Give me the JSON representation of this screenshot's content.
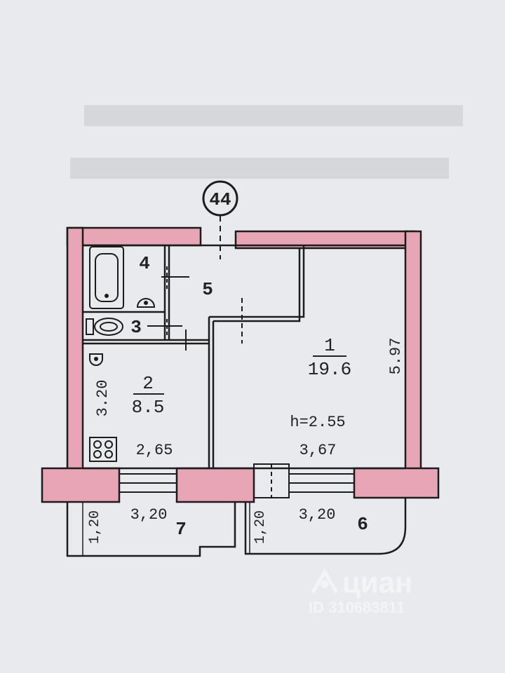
{
  "axis_marker": "44",
  "rooms": [
    {
      "id": "1",
      "area": "19.6"
    },
    {
      "id": "2",
      "area": "8.5"
    },
    {
      "id": "3"
    },
    {
      "id": "4"
    },
    {
      "id": "5"
    },
    {
      "id": "6"
    },
    {
      "id": "7"
    }
  ],
  "dimensions": {
    "room1_height": "h=2.55",
    "room1_width": "3,67",
    "room1_length": "5.97",
    "room2_width": "2,65",
    "room2_length": "3.20",
    "balcony7_length": "3,20",
    "balcony7_depth": "1,20",
    "balcony6_length": "3,20",
    "balcony6_depth": "1,20"
  },
  "watermark": {
    "brand": "циан",
    "listing_id": "ID 310683811"
  },
  "colors": {
    "paper": "#e9eaee",
    "wall": "#e8a5b6",
    "line": "#1c1c1c"
  }
}
